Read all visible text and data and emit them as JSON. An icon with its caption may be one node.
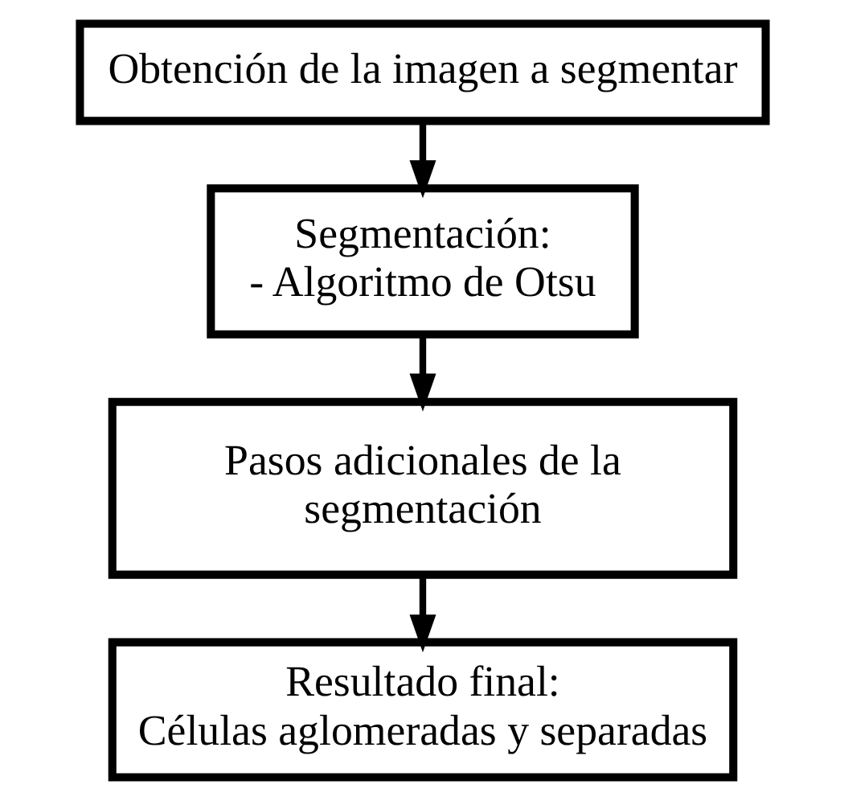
{
  "diagram": {
    "nodes": [
      {
        "text": [
          "Obtención de la imagen a segmentar"
        ]
      },
      {
        "text": [
          "Segmentación:",
          "- Algoritmo de Otsu"
        ]
      },
      {
        "text": [
          "Pasos adicionales de la segmentación"
        ]
      },
      {
        "text": [
          "Resultado final:",
          "Células aglomeradas y separadas"
        ]
      }
    ],
    "edges": [
      {
        "from": 0,
        "to": 1,
        "arrow": "to"
      },
      {
        "from": 1,
        "to": 2,
        "arrow": "to"
      },
      {
        "from": 2,
        "to": 3,
        "arrow": "to"
      }
    ]
  }
}
